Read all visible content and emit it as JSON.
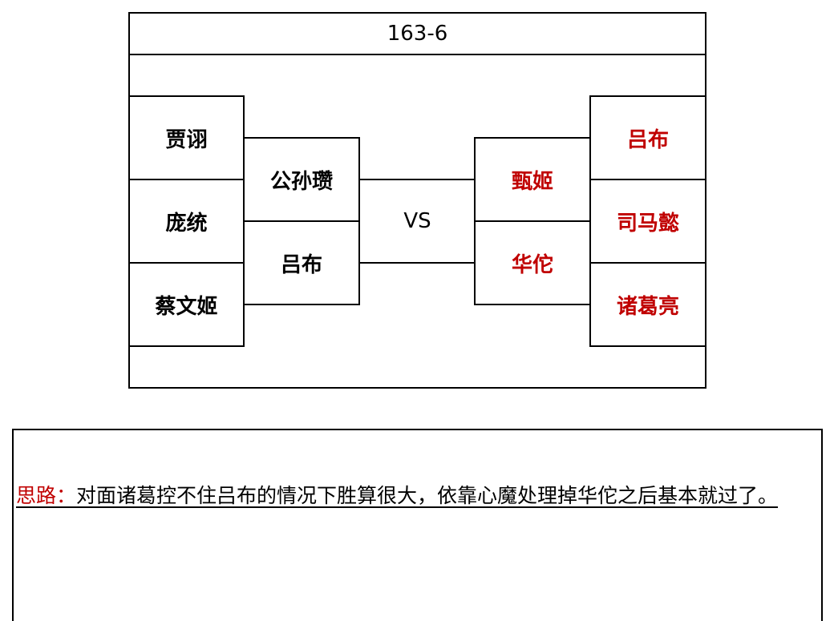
{
  "header": {
    "title": "163-6"
  },
  "left_team": {
    "outer": [
      "贾诩",
      "庞统",
      "蔡文姬"
    ],
    "inner": [
      "公孙瓒",
      "吕布"
    ]
  },
  "versus_label": "VS",
  "right_team": {
    "inner": [
      "甄姬",
      "华佗"
    ],
    "outer": [
      "吕布",
      "司马懿",
      "诸葛亮"
    ]
  },
  "note": {
    "label": "思路：",
    "text": "对面诸葛控不住吕布的情况下胜算很大，依靠心魔处理掉华佗之后基本就过了。"
  },
  "colors": {
    "enemy_text": "#c00000",
    "label_text": "#c00000",
    "border": "#000000"
  }
}
